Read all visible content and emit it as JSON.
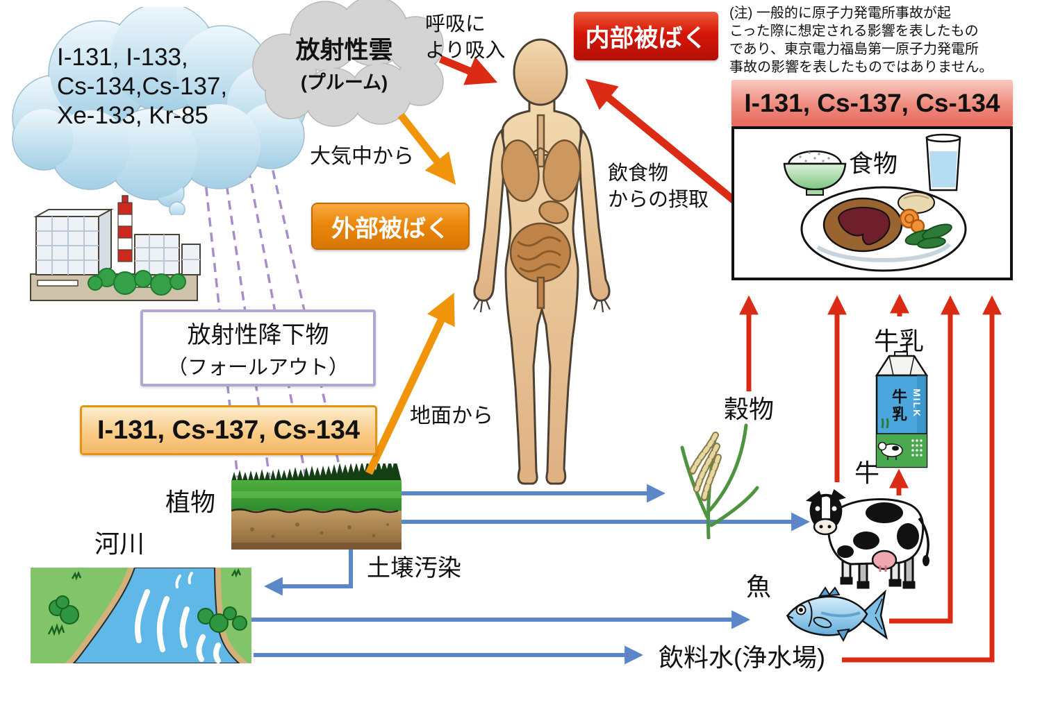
{
  "note": {
    "text": "(注) 一般的に原子力発電所事故が起\nこった際に想定される影響を表したもの\nであり、東京電力福島第一原子力発電所\n事故の影響を表したものではありません。"
  },
  "plume_cloud": {
    "nuclides": "I-131, I-133,\nCs-134,Cs-137,\nXe-133, Kr-85",
    "title": "放射性雲",
    "subtitle": "(プルーム)"
  },
  "exposure": {
    "internal": "内部被ばく",
    "external": "外部被ばく"
  },
  "pathways": {
    "inhalation": "呼吸に\nより吸入",
    "from_atmosphere": "大気中から",
    "from_ground": "地面から",
    "food_intake": "飲食物\nからの摂取",
    "soil_contamination": "土壌汚染"
  },
  "fallout": {
    "line1": "放射性降下物",
    "line2": "（フォールアウト）",
    "nuclides": "I-131, Cs-137, Cs-134"
  },
  "food_box": {
    "nuclides": "I-131, Cs-137, Cs-134",
    "label": "食物"
  },
  "items": {
    "plants": "植物",
    "river": "河川",
    "grain": "穀物",
    "milk": "牛乳",
    "cow": "牛",
    "fish": "魚",
    "drinking_water": "飲料水(浄水場)"
  },
  "milk_carton": {
    "jp": "牛乳",
    "en": "MILK"
  },
  "colors": {
    "red_arrow": "#db2b14",
    "orange_arrow": "#f0940a",
    "blue_arrow": "#5b87c9",
    "purple_dash": "#a98cc8",
    "internal_box_red": "#d41607",
    "external_box_orange": "#ea8508",
    "pink_box": "#ee8a7d",
    "fallout_border_purple": "#b4a6d4",
    "nuclide_box_orange": "#e8930c",
    "cloud_blue": "#bcdcee",
    "cloud_gray": "#d4d4d4"
  }
}
